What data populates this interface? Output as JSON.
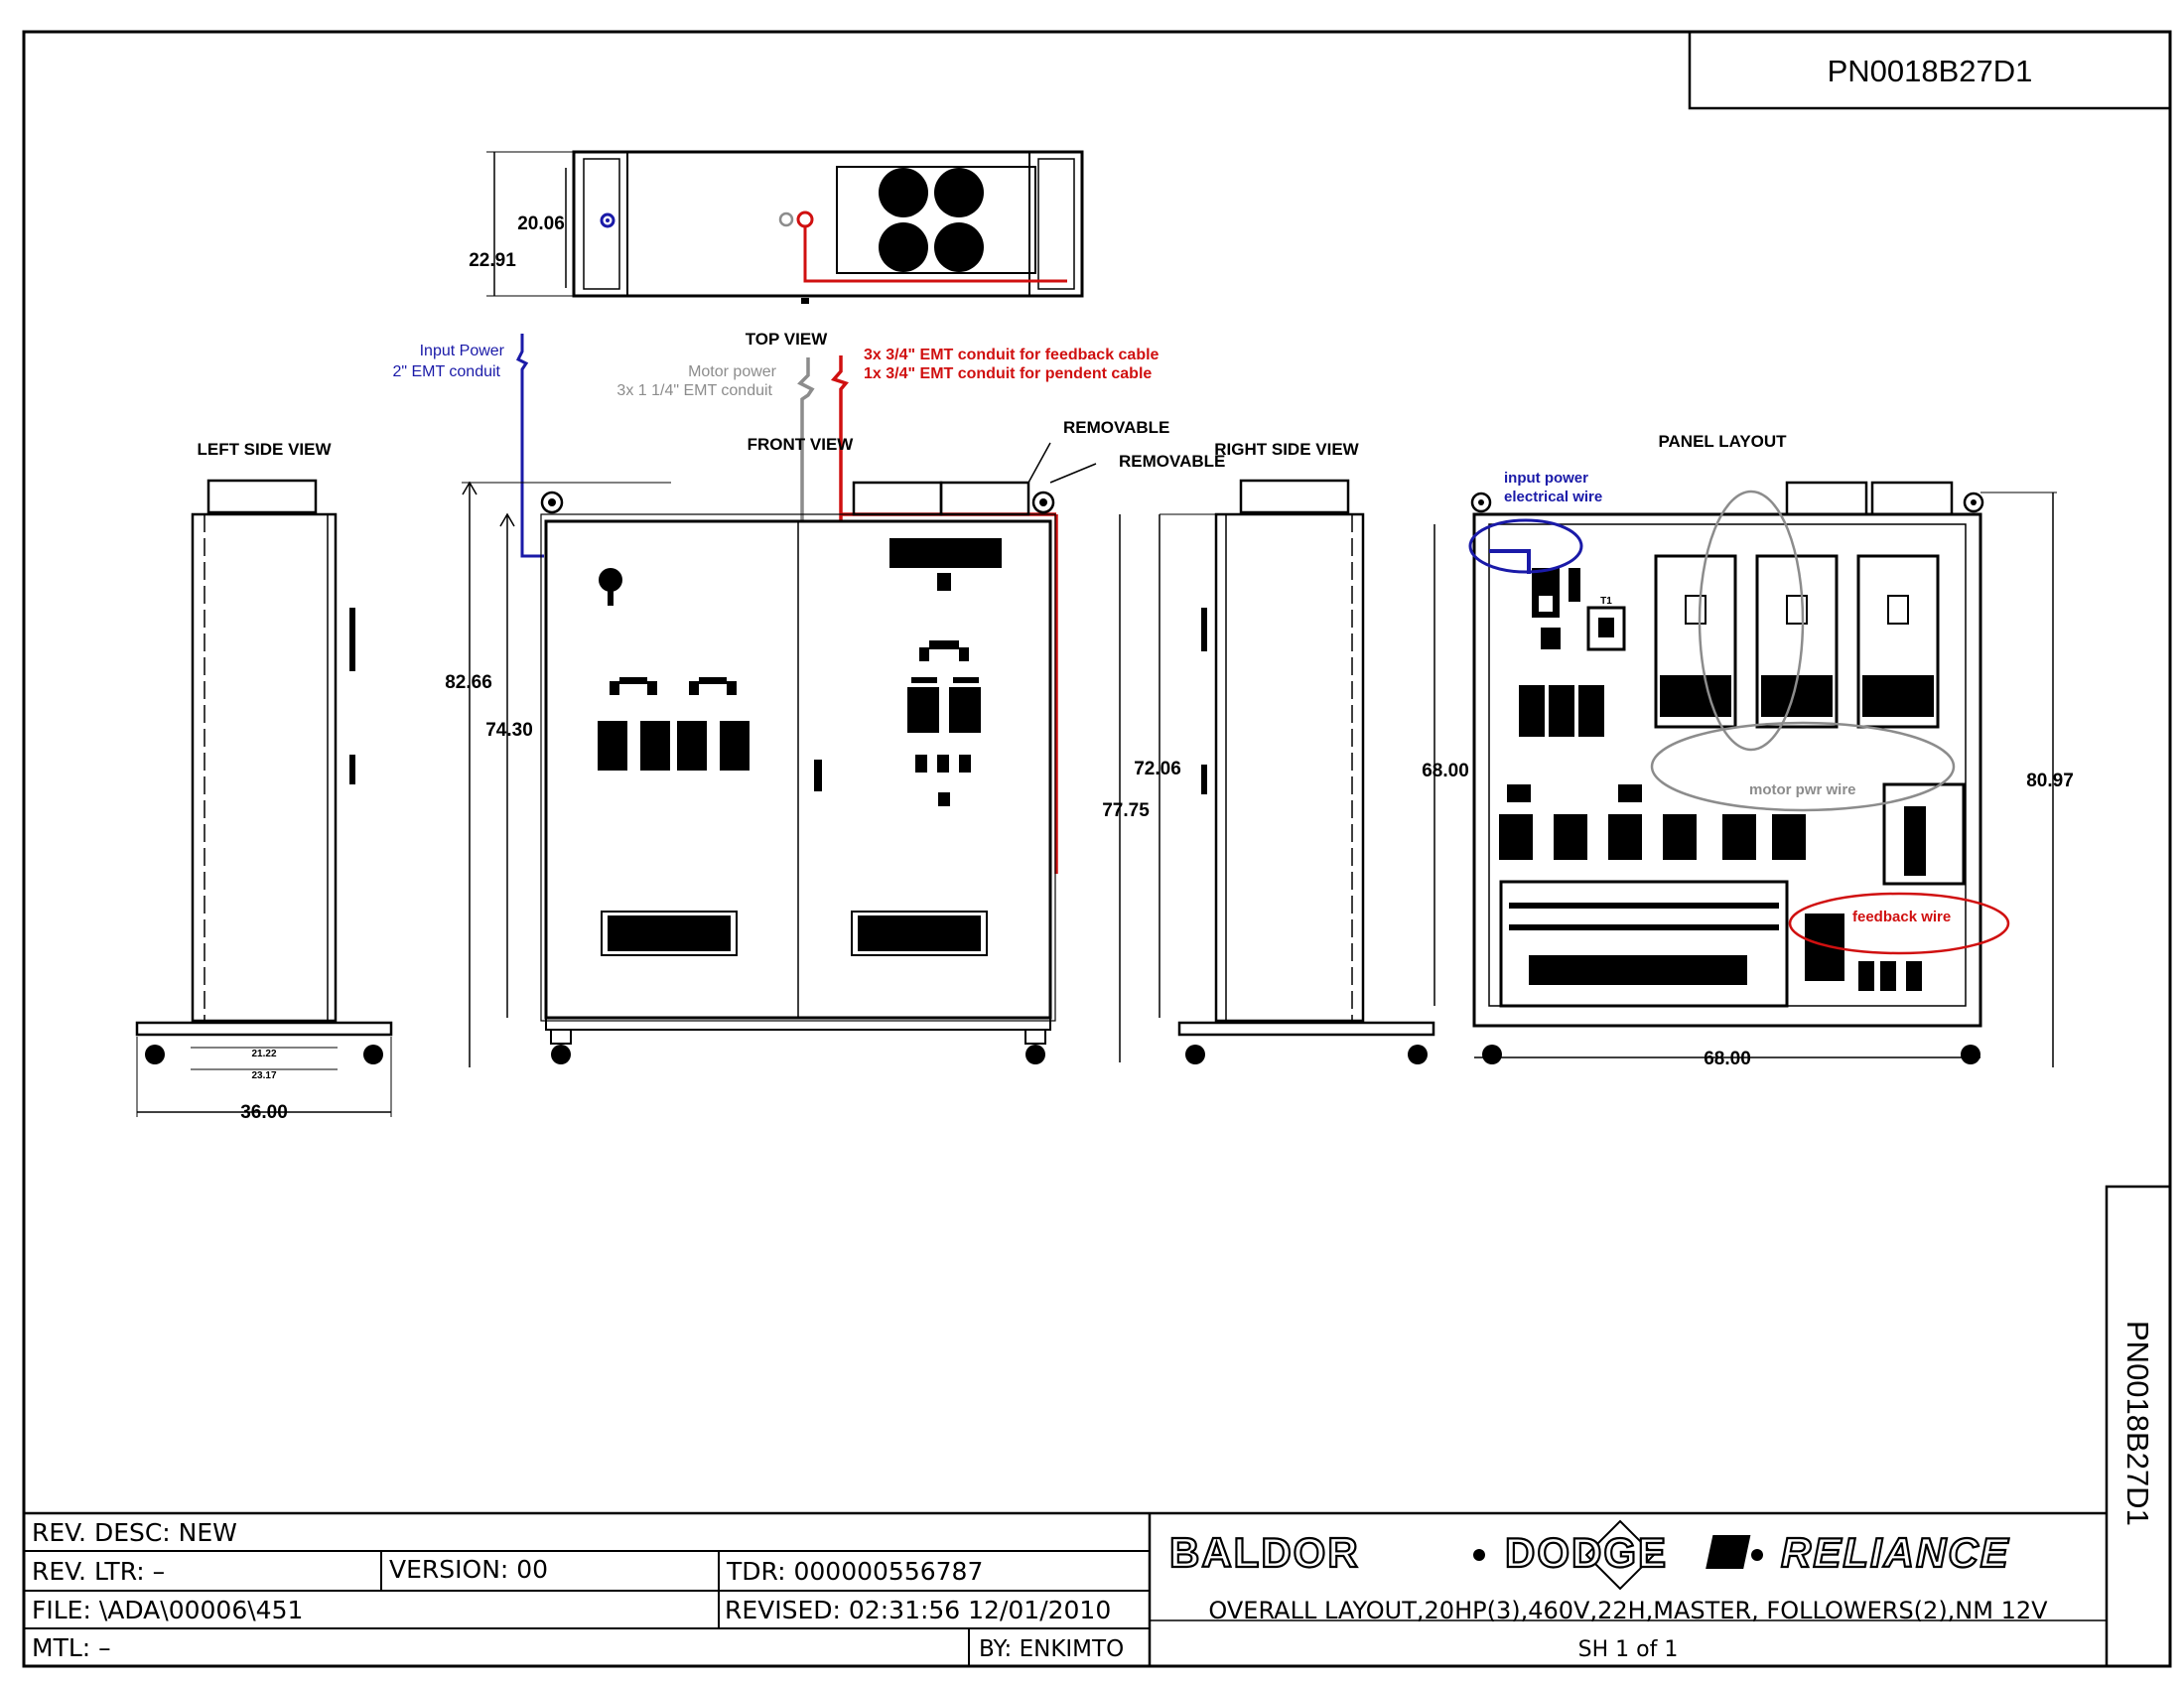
{
  "drawing_number": "PN0018B27D1",
  "drawing_number_side": "PN0018B27D1",
  "views": {
    "top": "TOP VIEW",
    "front": "FRONT VIEW",
    "left": "LEFT SIDE VIEW",
    "right": "RIGHT SIDE VIEW",
    "panel": "PANEL LAYOUT"
  },
  "removable_labels": [
    "REMOVABLE",
    "REMOVABLE"
  ],
  "dimensions": {
    "top_depth_inner": "20.06",
    "top_depth_outer": "22.91",
    "front_height_outer": "82.66",
    "front_height_inner": "74.30",
    "left_width": "36.00",
    "left_inner_1": "21.22",
    "left_inner_2": "23.17",
    "right_height_inner": "72.06",
    "right_height_outer": "77.75",
    "panel_height": "68.00",
    "panel_width": "68.00",
    "panel_overall_height": "80.97"
  },
  "annotations": {
    "input_power": [
      "Input Power",
      "2\" EMT conduit"
    ],
    "motor_power": [
      "Motor power",
      "3x 1 1/4\" EMT conduit"
    ],
    "feedback_conduit": [
      "3x 3/4\" EMT conduit for feedback cable",
      "1x 3/4\" EMT conduit for pendent cable"
    ],
    "input_power_wire": [
      "input power",
      "electrical wire"
    ],
    "motor_pwr_wire": "motor pwr wire",
    "feedback_wire": "feedback wire",
    "t1_label": "T1"
  },
  "colors": {
    "input_power": "#1a1aa8",
    "motor_power": "#8c8c8c",
    "feedback": "#d01010",
    "line": "#000000"
  },
  "title_block": {
    "rev_desc": "REV. DESC:  NEW",
    "rev_ltr": "REV. LTR:  –",
    "version": "VERSION: 00",
    "tdr": "TDR: 000000556787",
    "file": "FILE: \\ADA\\00006\\451",
    "revised": "REVISED: 02:31:56  12/01/2010",
    "mtl": "MTL: –",
    "by": "BY: ENKIMTO",
    "company_parts": [
      "BALDOR",
      "DODGE",
      "RELIANCE"
    ],
    "description": "OVERALL LAYOUT,20HP(3),460V,22H,MASTER, FOLLOWERS(2),NM 12V",
    "sheet": "SH 1 of 1"
  }
}
